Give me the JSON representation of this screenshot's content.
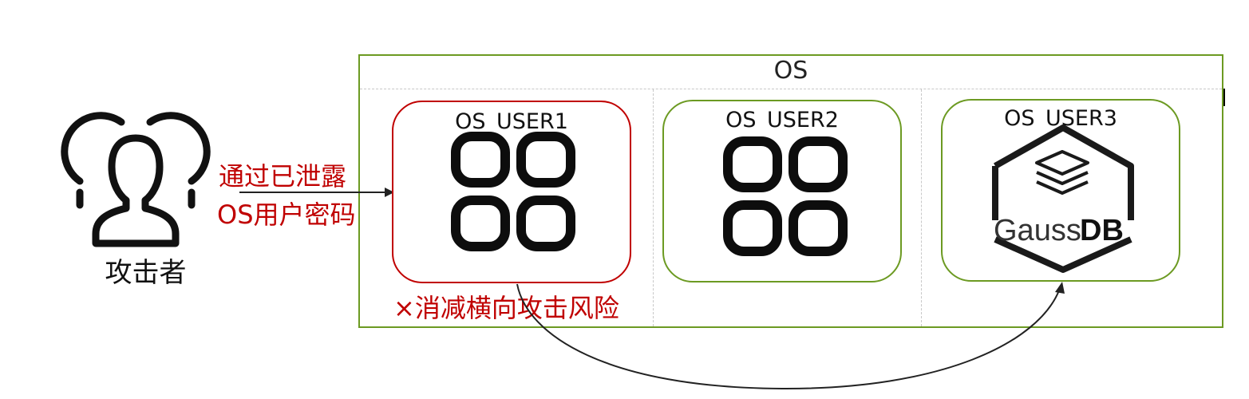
{
  "os": {
    "title": "OS"
  },
  "attacker": {
    "label": "攻击者",
    "icon": "person-scan-icon"
  },
  "attack_path": {
    "line1": "通过已泄露",
    "line2": "OS用户密码"
  },
  "mitigation": {
    "text": "×消减横向攻击风险"
  },
  "users": [
    {
      "label": "OS_USER1",
      "icon": "app-grid-icon",
      "border_color": "#c00000"
    },
    {
      "label": "OS_USER2",
      "icon": "app-grid-icon",
      "border_color": "#6c9a22"
    },
    {
      "label": "OS_USER3",
      "icon": "gaussdb-logo",
      "border_color": "#6c9a22"
    }
  ],
  "logo": {
    "wordmark_light": "Gauss",
    "wordmark_bold": "DB"
  },
  "colors": {
    "frame": "#6c9a22",
    "alert": "#c00000"
  }
}
